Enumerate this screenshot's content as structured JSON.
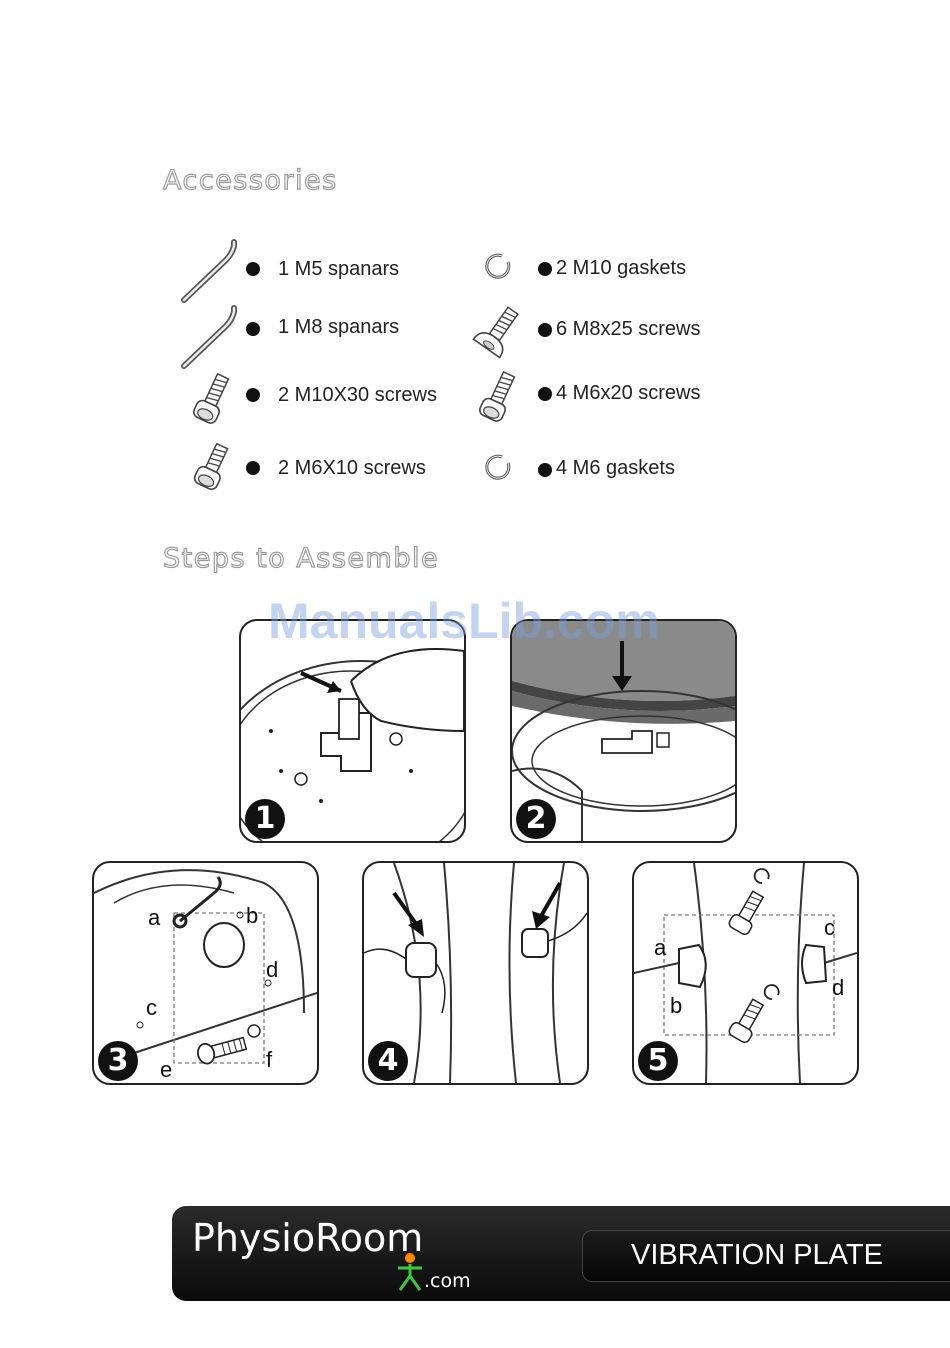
{
  "headings": {
    "accessories": "Accessories",
    "steps": "Steps to Assemble"
  },
  "accessories": [
    {
      "label": "1 M5 spanars",
      "icon": "allen-key-icon"
    },
    {
      "label": "1 M8 spanars",
      "icon": "allen-key-icon"
    },
    {
      "label": "2 M10X30 screws",
      "icon": "hex-socket-screw-icon"
    },
    {
      "label": "2 M6X10 screws",
      "icon": "hex-socket-screw-icon"
    },
    {
      "label": "2 M10 gaskets",
      "icon": "split-washer-icon"
    },
    {
      "label": "6 M8x25 screws",
      "icon": "button-head-screw-icon"
    },
    {
      "label": "4 M6x20 screws",
      "icon": "hex-socket-screw-icon"
    },
    {
      "label": "4 M6 gaskets",
      "icon": "split-washer-icon"
    }
  ],
  "steps": [
    {
      "number": "1"
    },
    {
      "number": "2"
    },
    {
      "number": "3",
      "letters": [
        "a",
        "b",
        "c",
        "d",
        "e",
        "f"
      ]
    },
    {
      "number": "4"
    },
    {
      "number": "5",
      "letters": [
        "a",
        "b",
        "c",
        "d"
      ]
    }
  ],
  "watermark": "ManualsLib.com",
  "footer": {
    "brand": "PhysioRoom",
    "brand_sub": ".com",
    "product": "VIBRATION PLATE"
  }
}
